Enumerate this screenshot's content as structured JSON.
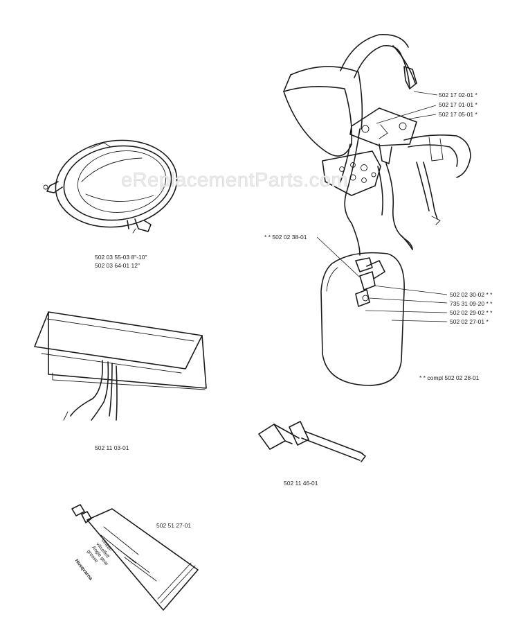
{
  "watermark": "eReplacementParts.com",
  "parts": {
    "ring_a": "502 03 55-03 8\"-10\"",
    "ring_b": "502 03 64-01 12\"",
    "bag": "502 11 03-01",
    "wrench": "502 11 46-01",
    "grease": "502 51 27-01",
    "harness_1": "502 17 02-01  *",
    "harness_2": "502 17 01-01  *",
    "harness_3": "502 17 05-01  *",
    "hook": "* *  502 02 38-01",
    "pad_1": "502 02 30-02  * *",
    "pad_2": "735 31 09-20  * *",
    "pad_3": "502 02 29-02  * *",
    "pad_4": "502 02 27-01  *",
    "compl": "* *  compl 502 02 28-01"
  },
  "tube_text": {
    "line1": "Vinkel-",
    "line2": "växelfett",
    "line3": "Angle gear",
    "line4": "grease",
    "line5": "Husqvarna"
  },
  "colors": {
    "ink": "#1a1a1a",
    "background": "#ffffff",
    "watermark": "#d6d6d6"
  }
}
